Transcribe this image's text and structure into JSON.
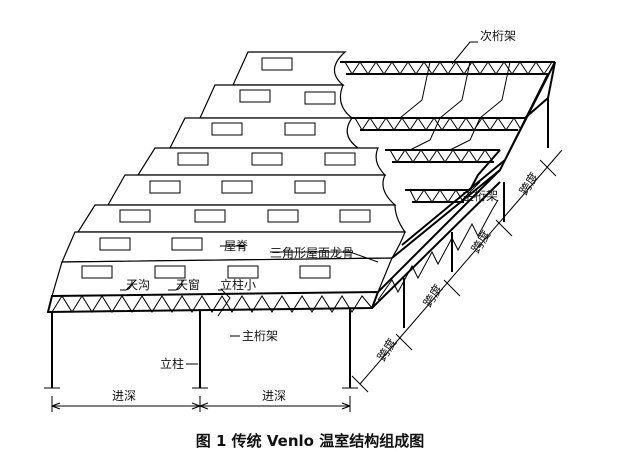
{
  "labels": {
    "ci_hengjia": "次桁架",
    "zhu_hengjia_top": "主桁架",
    "kuadu": "跨度",
    "wuji": "屋脊",
    "sanjiao": "三角形屋面龙骨",
    "tiangou": "天沟",
    "tianchuang": "天窗",
    "lizhu_xiao": "立柱小",
    "zhu_hengjia_bottom": "主桁架",
    "lizhu": "立柱",
    "jinshen": "进深"
  },
  "caption": "图 1 传统 Venlo 温室结构组成图"
}
